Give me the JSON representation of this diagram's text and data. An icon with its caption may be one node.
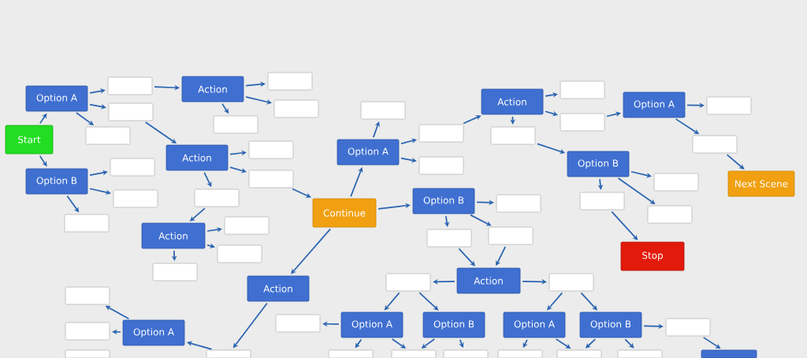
{
  "diagram": {
    "nodes": [
      {
        "text": [
          "Option A"
        ]
      },
      {
        "text": [
          "Start"
        ]
      },
      {
        "text": [
          "Option B"
        ]
      },
      {
        "text": [],
        "shape": "box"
      },
      {
        "text": [],
        "shape": "box"
      },
      {
        "text": [],
        "shape": "box"
      },
      {
        "text": [
          "Action"
        ]
      },
      {
        "text": [],
        "shape": "box"
      },
      {
        "text": [],
        "shape": "box"
      },
      {
        "text": [],
        "shape": "box"
      },
      {
        "text": [
          "Action"
        ]
      },
      {
        "text": [],
        "shape": "box"
      },
      {
        "text": [],
        "shape": "box"
      },
      {
        "text": [],
        "shape": "box"
      },
      {
        "text": [],
        "shape": "box"
      },
      {
        "text": [],
        "shape": "box"
      },
      {
        "text": [],
        "shape": "box"
      },
      {
        "text": [
          "Action"
        ]
      },
      {
        "text": [],
        "shape": "box"
      },
      {
        "text": [],
        "shape": "box"
      },
      {
        "text": [],
        "shape": "box"
      },
      {
        "text": [
          "Continue"
        ]
      },
      {
        "text": [
          "Option A"
        ]
      },
      {
        "text": [],
        "shape": "box"
      },
      {
        "text": [],
        "shape": "box"
      },
      {
        "text": [],
        "shape": "box"
      },
      {
        "text": [
          "Action"
        ]
      },
      {
        "text": [],
        "shape": "box"
      },
      {
        "text": [],
        "shape": "box"
      },
      {
        "text": [],
        "shape": "box"
      },
      {
        "text": [
          "Option A"
        ]
      },
      {
        "text": [],
        "shape": "box"
      },
      {
        "text": [],
        "shape": "box"
      },
      {
        "text": [
          "Next Scene"
        ]
      },
      {
        "text": [
          "Option B"
        ]
      },
      {
        "text": [],
        "shape": "box"
      },
      {
        "text": [],
        "shape": "box"
      },
      {
        "text": [],
        "shape": "box"
      },
      {
        "text": [
          "Stop"
        ]
      },
      {
        "text": [
          "Option B"
        ]
      },
      {
        "text": [],
        "shape": "box"
      },
      {
        "text": [],
        "shape": "box"
      },
      {
        "text": [],
        "shape": "box"
      },
      {
        "text": [
          "Action"
        ]
      },
      {
        "text": [],
        "shape": "box"
      },
      {
        "text": [],
        "shape": "box"
      },
      {
        "text": [
          "Action"
        ]
      },
      {
        "text": [],
        "shape": "box"
      },
      {
        "text": [],
        "shape": "box"
      },
      {
        "text": [
          "Option A"
        ]
      },
      {
        "text": [],
        "shape": "box"
      },
      {
        "text": [],
        "shape": "box"
      },
      {
        "text": [
          "Option A"
        ]
      },
      {
        "text": [
          "Option B"
        ]
      },
      {
        "text": [
          "Option A"
        ]
      },
      {
        "text": [
          "Option B"
        ]
      },
      {
        "text": [],
        "shape": "box"
      },
      {
        "text": [],
        "shape": "box"
      },
      {
        "text": [],
        "shape": "box"
      },
      {
        "text": [],
        "shape": "box"
      },
      {
        "text": [],
        "shape": "box"
      },
      {
        "text": [],
        "shape": "box"
      },
      {
        "text": [],
        "shape": "box"
      },
      {
        "text": [],
        "shape": "box"
      },
      {
        "text": [],
        "shape": "box"
      }
    ],
    "edges": [
      {
        "from": 1,
        "to": 0,
        "arrow": "to"
      },
      {
        "from": 1,
        "to": 2,
        "arrow": "to"
      },
      {
        "from": 0,
        "to": 3,
        "arrow": "to"
      },
      {
        "from": 0,
        "to": 4,
        "arrow": "to"
      },
      {
        "from": 0,
        "to": 5,
        "arrow": "to"
      },
      {
        "from": 3,
        "to": 6,
        "arrow": "to"
      },
      {
        "from": 6,
        "to": 7,
        "arrow": "to"
      },
      {
        "from": 6,
        "to": 8,
        "arrow": "to"
      },
      {
        "from": 6,
        "to": 9,
        "arrow": "to"
      },
      {
        "from": 4,
        "to": 10,
        "arrow": "to"
      },
      {
        "from": 10,
        "to": 11,
        "arrow": "to"
      },
      {
        "from": 10,
        "to": 12,
        "arrow": "to"
      },
      {
        "from": 10,
        "to": 16,
        "arrow": "to"
      },
      {
        "from": 2,
        "to": 13,
        "arrow": "to"
      },
      {
        "from": 2,
        "to": 14,
        "arrow": "to"
      },
      {
        "from": 2,
        "to": 15,
        "arrow": "to"
      },
      {
        "from": 16,
        "to": 17,
        "arrow": "to"
      },
      {
        "from": 17,
        "to": 18,
        "arrow": "to"
      },
      {
        "from": 17,
        "to": 19,
        "arrow": "to"
      },
      {
        "from": 17,
        "to": 20,
        "arrow": "to"
      },
      {
        "from": 12,
        "to": 21,
        "arrow": "to"
      },
      {
        "from": 21,
        "to": 22,
        "arrow": "to"
      },
      {
        "from": 21,
        "to": 39,
        "arrow": "to"
      },
      {
        "from": 21,
        "to": 46,
        "arrow": "to"
      },
      {
        "from": 22,
        "to": 23,
        "arrow": "to"
      },
      {
        "from": 22,
        "to": 24,
        "arrow": "to"
      },
      {
        "from": 22,
        "to": 25,
        "arrow": "to"
      },
      {
        "from": 24,
        "to": 26,
        "arrow": "to"
      },
      {
        "from": 26,
        "to": 27,
        "arrow": "to"
      },
      {
        "from": 26,
        "to": 28,
        "arrow": "to"
      },
      {
        "from": 26,
        "to": 29,
        "arrow": "to"
      },
      {
        "from": 28,
        "to": 30,
        "arrow": "to"
      },
      {
        "from": 29,
        "to": 34,
        "arrow": "to"
      },
      {
        "from": 30,
        "to": 31,
        "arrow": "to"
      },
      {
        "from": 30,
        "to": 32,
        "arrow": "to"
      },
      {
        "from": 32,
        "to": 33,
        "arrow": "to"
      },
      {
        "from": 34,
        "to": 35,
        "arrow": "to"
      },
      {
        "from": 34,
        "to": 36,
        "arrow": "to"
      },
      {
        "from": 34,
        "to": 37,
        "arrow": "to"
      },
      {
        "from": 36,
        "to": 38,
        "arrow": "to"
      },
      {
        "from": 39,
        "to": 40,
        "arrow": "to"
      },
      {
        "from": 39,
        "to": 41,
        "arrow": "to"
      },
      {
        "from": 39,
        "to": 42,
        "arrow": "to"
      },
      {
        "from": 41,
        "to": 43,
        "arrow": "to"
      },
      {
        "from": 42,
        "to": 43,
        "arrow": "to"
      },
      {
        "from": 43,
        "to": 44,
        "arrow": "to"
      },
      {
        "from": 43,
        "to": 45,
        "arrow": "to"
      },
      {
        "from": 44,
        "to": 52,
        "arrow": "to"
      },
      {
        "from": 44,
        "to": 53,
        "arrow": "to"
      },
      {
        "from": 45,
        "to": 54,
        "arrow": "to"
      },
      {
        "from": 45,
        "to": 55,
        "arrow": "to"
      },
      {
        "from": 52,
        "to": 51,
        "arrow": "to"
      },
      {
        "from": 55,
        "to": 56,
        "arrow": "to"
      },
      {
        "from": 56,
        "to": 63,
        "arrow": "to"
      },
      {
        "from": 46,
        "to": 50,
        "arrow": "to"
      },
      {
        "from": 50,
        "to": 49,
        "arrow": "to"
      },
      {
        "from": 49,
        "to": 47,
        "arrow": "to"
      },
      {
        "from": 49,
        "to": 48,
        "arrow": "to"
      },
      {
        "from": 52,
        "to": 57,
        "arrow": "to"
      },
      {
        "from": 52,
        "to": 58,
        "arrow": "to"
      },
      {
        "from": 53,
        "to": 58,
        "arrow": "to"
      },
      {
        "from": 53,
        "to": 59,
        "arrow": "to"
      },
      {
        "from": 54,
        "to": 60,
        "arrow": "to"
      },
      {
        "from": 54,
        "to": 61,
        "arrow": "to"
      },
      {
        "from": 55,
        "to": 61,
        "arrow": "to"
      },
      {
        "from": 55,
        "to": 62,
        "arrow": "to"
      }
    ]
  }
}
